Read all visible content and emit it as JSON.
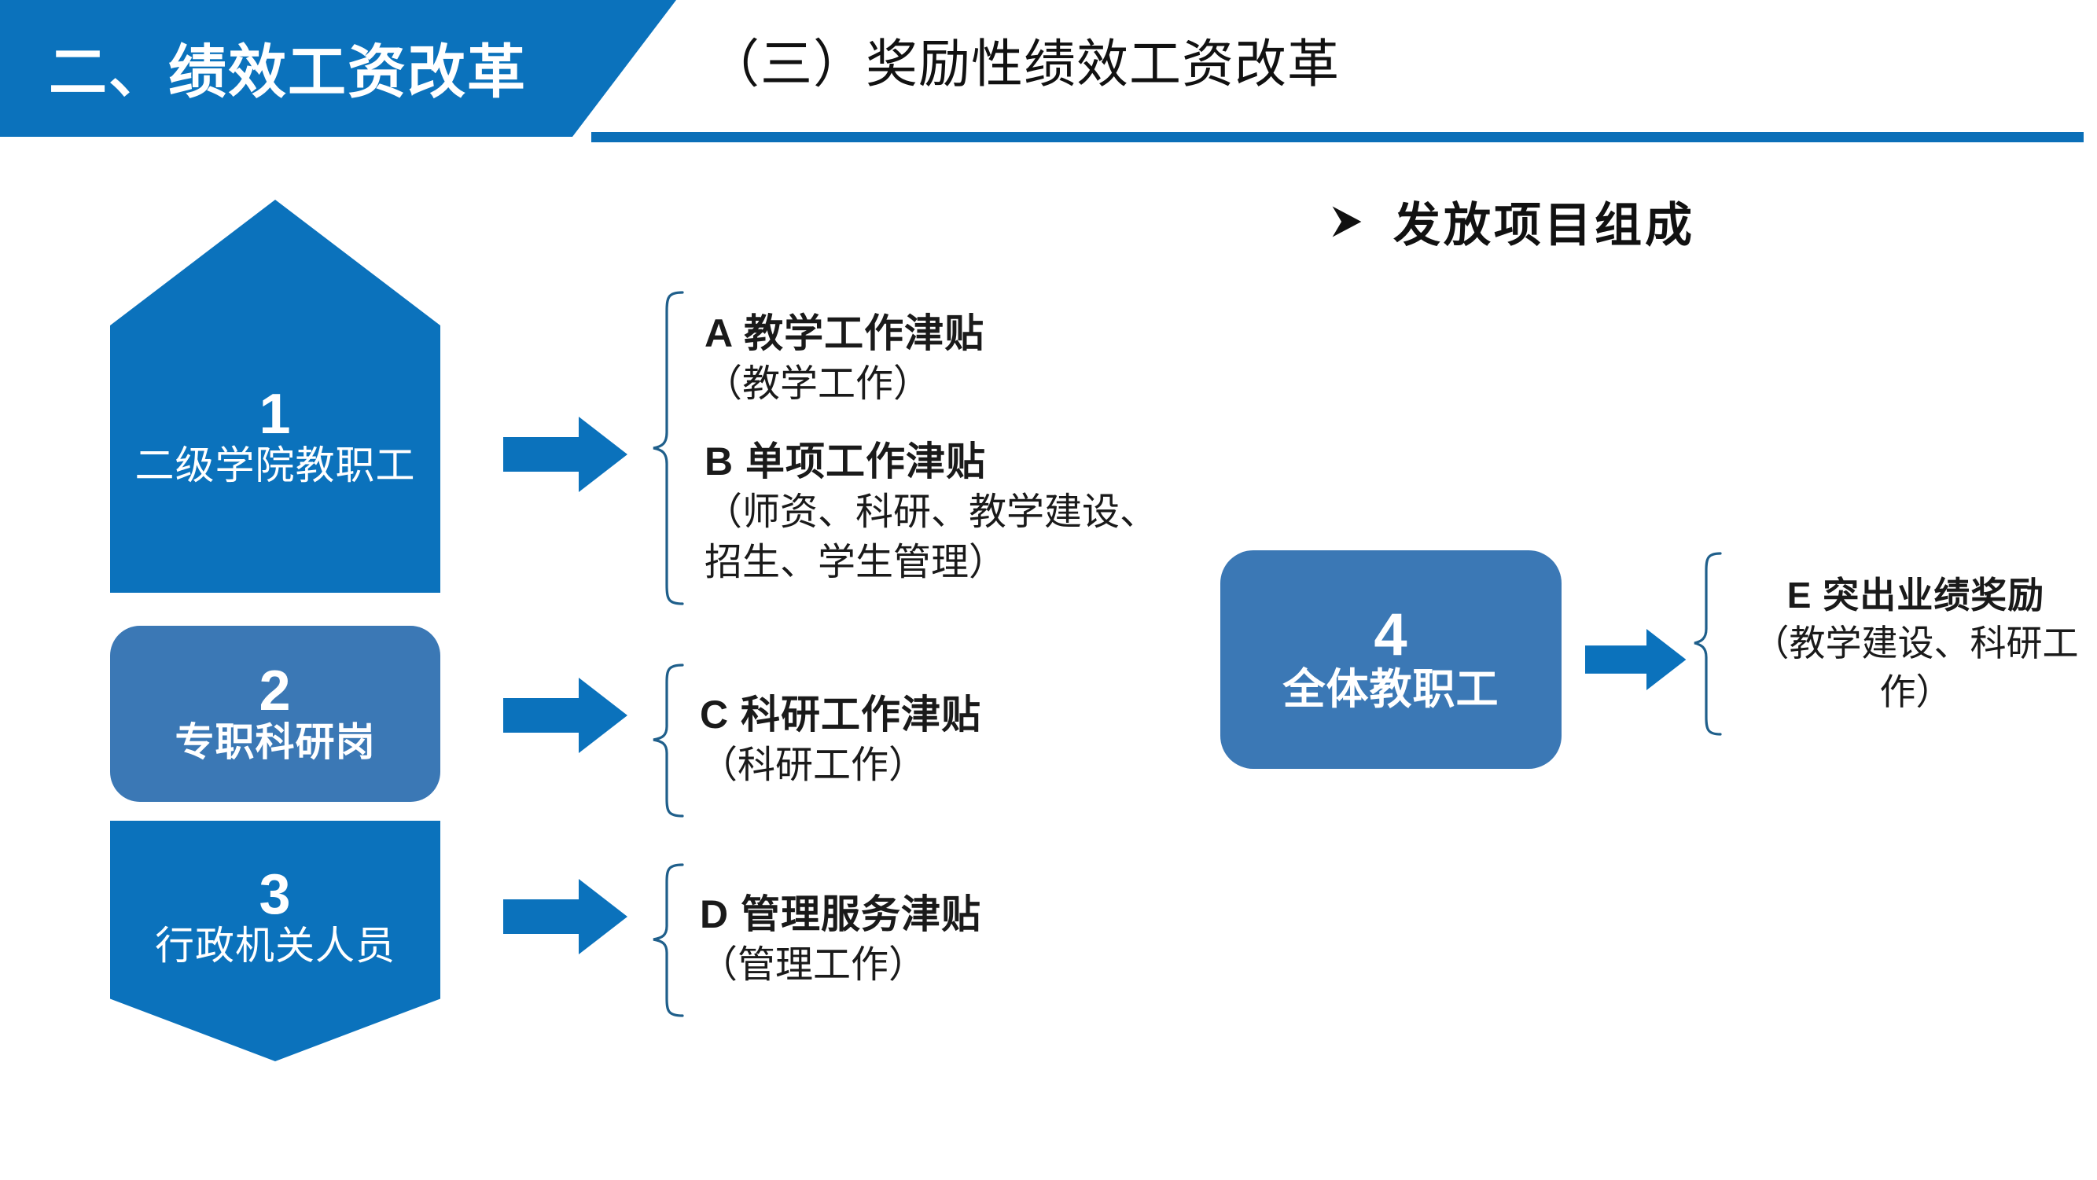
{
  "header": {
    "section_tab": "二、绩效工资改革",
    "title": "（三）奖励性绩效工资改革",
    "tab_color": "#0B72BC",
    "underline_color": "#0B6FB8"
  },
  "bullet_heading": {
    "icon": "triangle-right-bullet-icon",
    "text": "发放项目组成"
  },
  "groups": [
    {
      "number": "1",
      "label": "二级学院教职工",
      "shape": "pentagon-up",
      "color": "#0B72BC"
    },
    {
      "number": "2",
      "label": "专职科研岗",
      "shape": "rounded-rect",
      "color": "#3B78B5"
    },
    {
      "number": "3",
      "label": "行政机关人员",
      "shape": "pentagon-down",
      "color": "#0B72BC"
    },
    {
      "number": "4",
      "label": "全体教职工",
      "shape": "rounded-rect",
      "color": "#3B78B5"
    }
  ],
  "allowances": {
    "a": {
      "title": "A  教学工作津贴",
      "desc": "（教学工作）"
    },
    "b": {
      "title": "B  单项工作津贴",
      "desc": "（师资、科研、教学建设、招生、学生管理）"
    },
    "c": {
      "title": "C  科研工作津贴",
      "desc": "（科研工作）"
    },
    "d": {
      "title": "D 管理服务津贴",
      "desc": "（管理工作）"
    },
    "e": {
      "title": "E 突出业绩奖励",
      "desc": "（教学建设、科研工作）"
    }
  },
  "colors": {
    "arrow": "#0B72BC",
    "brace": "#1F5F8B",
    "text": "#1a1a1a"
  }
}
